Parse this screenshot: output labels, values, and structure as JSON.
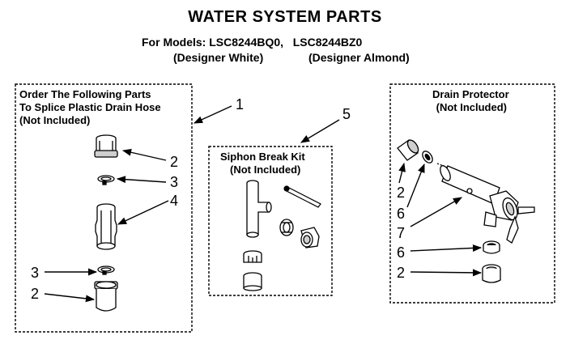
{
  "header": {
    "title": "WATER SYSTEM PARTS",
    "models_line": "For Models: LSC8244BQ0,   LSC8244BZ0",
    "variant_white": "(Designer White)",
    "variant_almond": "(Designer Almond)"
  },
  "left_box": {
    "line1": "Order The Following Parts",
    "line2": "To Splice Plastic Drain Hose",
    "line3": "(Not Included)"
  },
  "middle_box": {
    "line1": "Siphon Break Kit",
    "line2": "(Not Included)"
  },
  "right_box": {
    "line1": "Drain Protector",
    "line2": "(Not Included)"
  },
  "callouts": {
    "c1": "1",
    "c5": "5",
    "left_2_top": "2",
    "left_3_top": "3",
    "left_4": "4",
    "left_3_bottom": "3",
    "left_2_bottom": "2",
    "right_2_top": "2",
    "right_6_top": "6",
    "right_7": "7",
    "right_6_bottom": "6",
    "right_2_bottom": "2"
  }
}
